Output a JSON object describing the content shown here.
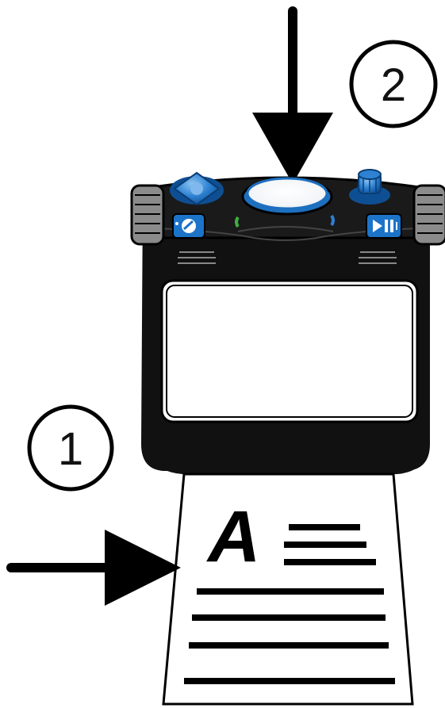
{
  "steps": [
    {
      "label": "1"
    },
    {
      "label": "2"
    }
  ],
  "document": {
    "letter": "A"
  },
  "device": {
    "left_button_icon": "camera-icon",
    "right_button_icon": "play-pause-icon",
    "accent_color": "#1c74c9",
    "body_color": "#111111"
  }
}
